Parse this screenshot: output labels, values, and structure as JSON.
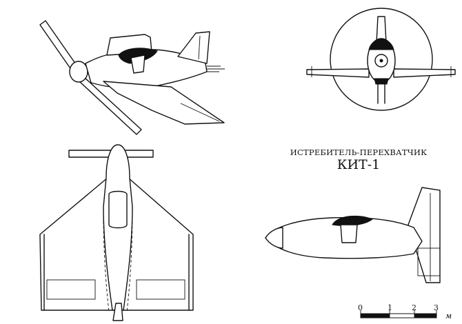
{
  "title": {
    "subtitle": "ИСТРЕБИТЕЛЬ-ПЕРЕХВАТЧИК",
    "name": "КИТ-1"
  },
  "scale": {
    "labels": [
      "0",
      "1",
      "2",
      "3"
    ],
    "unit_symbol": "м"
  },
  "colors": {
    "ink": "#111111",
    "paper": "#ffffff"
  }
}
